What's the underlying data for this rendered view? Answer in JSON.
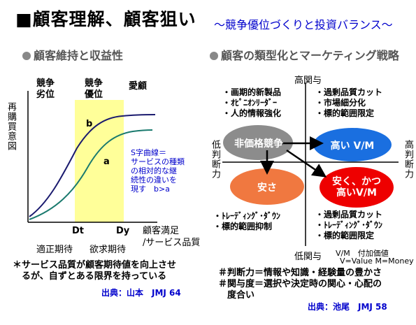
{
  "header": {
    "title": "■顧客理解、顧客狙い",
    "subtitle": "～競争優位づくりと投資バランス～"
  },
  "left": {
    "section_title": "顧客維持と収益性",
    "top_labels": [
      "競争\n劣位",
      "競争\n優位",
      "愛顧"
    ],
    "y_axis_label": "再購買意図",
    "curve_b": "b",
    "curve_a": "a",
    "note": "S字曲線＝\nサービスの種類\nの相対的な継\n続性の違いを\n現す　b>a",
    "dt": "Dt",
    "dy": "Dy",
    "x_axis_label": "顧客満足\n/サービス品質",
    "expect_adequate": "適正期待",
    "expect_desired": "欲求期待",
    "footnote": "＊サービス品質が顧客期待値を向上させ\n　るが、自ずとある限界を持っている",
    "source": "出典：山本　JMJ 64",
    "colors": {
      "highlight": "#ffff99",
      "curve_b": "#1a1a6e",
      "curve_a": "#1a7a6e"
    }
  },
  "right": {
    "section_title": "顧客の類型化とマーケティング戦略",
    "axis_top": "高関与",
    "axis_bottom": "低関与",
    "axis_left": "低判断力",
    "axis_right": "高判断力",
    "quad_tl": [
      "・画期的新製品",
      "・ｵﾋﾟﾆｵﾝﾘｰﾀﾞｰ",
      "・人的情報強化"
    ],
    "quad_tr": [
      "・過剰品質カット",
      "・市場細分化",
      "・標的範囲限定"
    ],
    "quad_bl": [
      "・ﾄﾚｰﾃﾞｨﾝｸﾞ･ﾀﾞｳﾝ",
      "・標的範囲抑制"
    ],
    "quad_br": [
      "・過剰品質カット",
      "・ﾄﾚｰﾃﾞｨﾝｸﾞ･ﾀﾞｳﾝ",
      "・標的範囲限定"
    ],
    "ell_price": "非価格競争",
    "ell_high": "高い V/M",
    "ell_cheap": "安さ",
    "ell_both": "安く、かつ\n高いV/M",
    "vm_note": "V/M　付加価値",
    "vm_def": "V=Value M=Money",
    "definitions": [
      "＃判断力＝情報や知識・経験量の豊かさ",
      "＃関与度＝選択や決定時の関心・心配の",
      "　度合い"
    ],
    "source": "出典：池尾　JMJ 58",
    "colors": {
      "gray": "#8c8c8c",
      "blue": "#1a6fe0",
      "orange": "#f07840",
      "red": "#ee0000"
    }
  }
}
